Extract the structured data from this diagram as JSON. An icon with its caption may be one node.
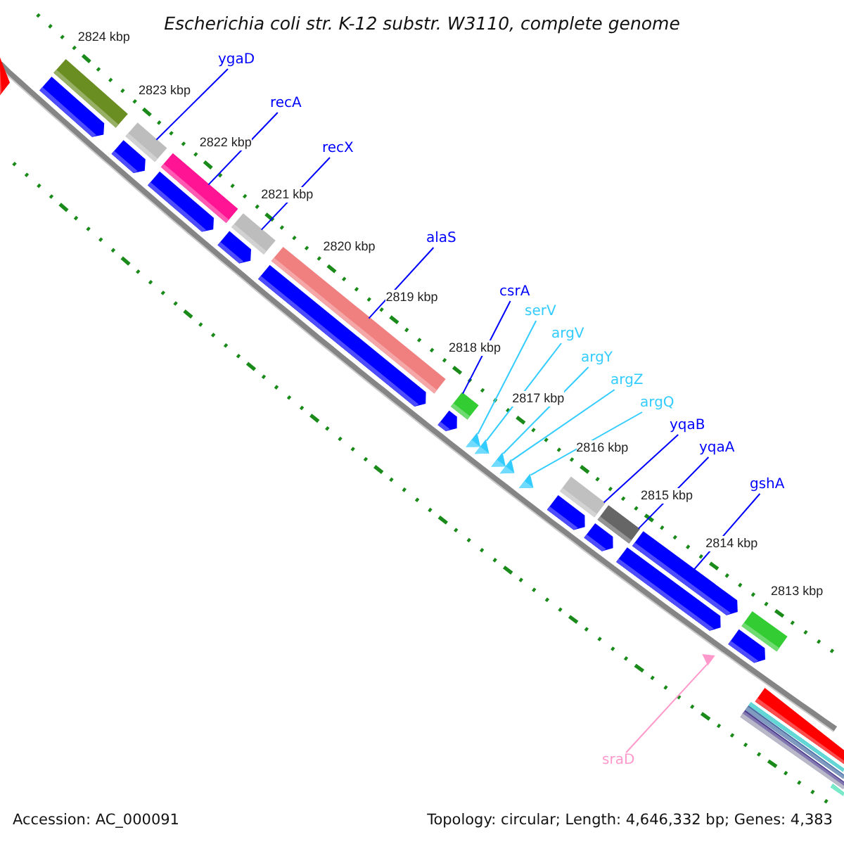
{
  "diagram": {
    "title": "Escherichia coli str. K-12 substr. W3110, complete genome",
    "nodes": [
      {
        "text": [
          "ygaD"
        ]
      },
      {
        "text": [
          "recA"
        ]
      },
      {
        "text": [
          "recX"
        ]
      },
      {
        "text": [
          "alaS"
        ]
      },
      {
        "text": [
          "csrA"
        ]
      },
      {
        "text": [
          "serV"
        ]
      },
      {
        "text": [
          "argV"
        ]
      },
      {
        "text": [
          "argY"
        ]
      },
      {
        "text": [
          "argZ"
        ]
      },
      {
        "text": [
          "argQ"
        ]
      },
      {
        "text": [
          "yqaB"
        ]
      },
      {
        "text": [
          "yqaA"
        ]
      },
      {
        "text": [
          "gshA"
        ]
      },
      {
        "text": [
          "sraD"
        ]
      },
      {
        "text": [],
        "shape": "bar"
      },
      {
        "text": [],
        "shape": "bar"
      },
      {
        "text": [],
        "shape": "bar"
      },
      {
        "text": [],
        "shape": "bar"
      },
      {
        "text": [],
        "shape": "bar"
      },
      {
        "text": [],
        "shape": "triangle"
      },
      {
        "text": [],
        "shape": "triangle"
      },
      {
        "text": [],
        "shape": "triangle"
      },
      {
        "text": [],
        "shape": "triangle"
      },
      {
        "text": [],
        "shape": "triangle"
      },
      {
        "text": [],
        "shape": "bar"
      },
      {
        "text": [],
        "shape": "bar"
      },
      {
        "text": [],
        "shape": "bar"
      },
      {
        "text": [],
        "shape": "triangle"
      }
    ],
    "edges": [
      {
        "from": 0,
        "to": 14,
        "arrow": "none"
      },
      {
        "from": 1,
        "to": 15,
        "arrow": "none"
      },
      {
        "from": 2,
        "to": 16,
        "arrow": "none"
      },
      {
        "from": 3,
        "to": 17,
        "arrow": "none"
      },
      {
        "from": 4,
        "to": 18,
        "arrow": "none"
      },
      {
        "from": 5,
        "to": 19,
        "arrow": "none",
        "color": "#33ccff"
      },
      {
        "from": 6,
        "to": 20,
        "arrow": "none",
        "color": "#33ccff"
      },
      {
        "from": 7,
        "to": 21,
        "arrow": "none",
        "color": "#33ccff"
      },
      {
        "from": 8,
        "to": 22,
        "arrow": "none",
        "color": "#33ccff"
      },
      {
        "from": 9,
        "to": 23,
        "arrow": "none",
        "color": "#33ccff"
      },
      {
        "from": 10,
        "to": 24,
        "arrow": "none"
      },
      {
        "from": 11,
        "to": 25,
        "arrow": "none"
      },
      {
        "from": 12,
        "to": 26,
        "arrow": "none"
      },
      {
        "from": 13,
        "to": 27,
        "arrow": "none",
        "color": "#ff99cc"
      }
    ],
    "labels": [
      "2824 kbp",
      "2823 kbp",
      "2822 kbp",
      "2821 kbp",
      "2820 kbp",
      "2819 kbp",
      "2818 kbp",
      "2817 kbp",
      "2816 kbp",
      "2815 kbp",
      "2814 kbp",
      "2813 kbp",
      "Accession: AC_000091",
      "Topology: circular; Length: 4,646,332 bp; Genes: 4,383"
    ]
  }
}
